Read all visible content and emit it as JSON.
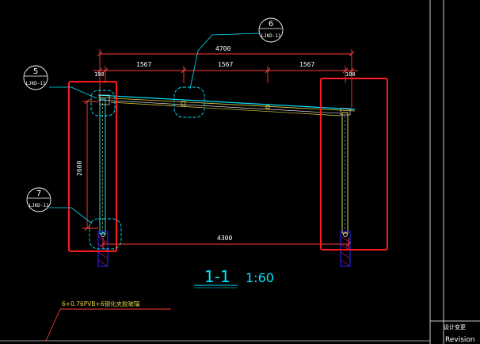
{
  "dimensions": {
    "overall": "4700",
    "left_offset": "100",
    "right_offset": "100",
    "span_1": "1567",
    "span_2": "1567",
    "span_3": "1567",
    "clear_width": "4300",
    "height": "2600"
  },
  "callouts": [
    {
      "number": "5",
      "ref": "LJKD-11"
    },
    {
      "number": "6",
      "ref": "LJKD-11"
    },
    {
      "number": "7",
      "ref": "LJKD-11"
    }
  ],
  "section": {
    "label": "1-1",
    "scale": "1:60"
  },
  "note": {
    "text": "6+0.76PVB+6钢化夹胶玻璃"
  },
  "title_block": {
    "field_label": "设计变更",
    "revision": "Revision"
  },
  "colors": {
    "background": "#000000",
    "dimension": "#ff3b3b",
    "highlight": "#ff1a1a",
    "cyan": "#00e5ff",
    "yellow": "#e0d040",
    "white": "#ffffff",
    "blue": "#2a2aff",
    "magenta": "#d000d0"
  }
}
